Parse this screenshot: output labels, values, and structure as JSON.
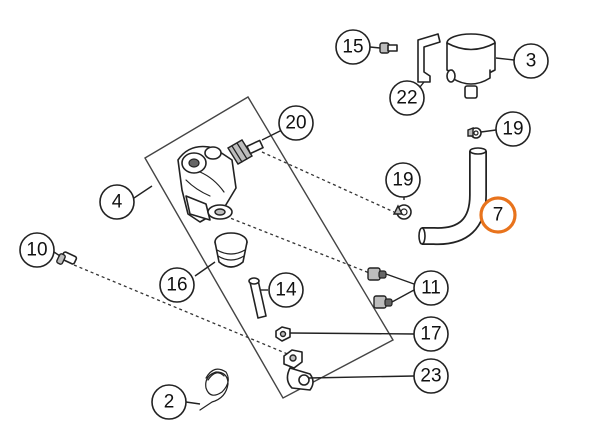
{
  "callouts": [
    {
      "label": "15",
      "highlight": false
    },
    {
      "label": "3",
      "highlight": false
    },
    {
      "label": "22",
      "highlight": false
    },
    {
      "label": "20",
      "highlight": false
    },
    {
      "label": "19",
      "highlight": false
    },
    {
      "label": "19",
      "highlight": false
    },
    {
      "label": "4",
      "highlight": false
    },
    {
      "label": "7",
      "highlight": true
    },
    {
      "label": "10",
      "highlight": false
    },
    {
      "label": "11",
      "highlight": false
    },
    {
      "label": "16",
      "highlight": false
    },
    {
      "label": "14",
      "highlight": false
    },
    {
      "label": "17",
      "highlight": false
    },
    {
      "label": "23",
      "highlight": false
    },
    {
      "label": "2",
      "highlight": false
    }
  ],
  "colors": {
    "highlight": "#e8731c",
    "line": "#222222"
  }
}
